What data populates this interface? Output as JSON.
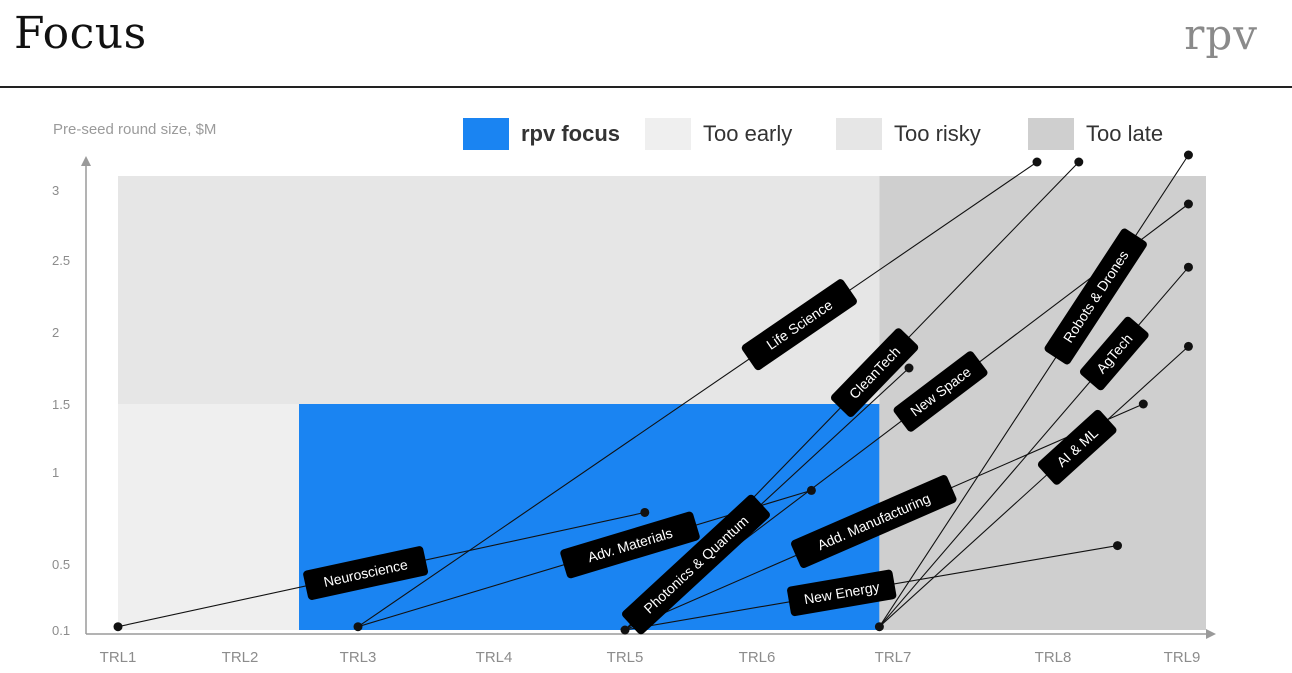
{
  "header": {
    "title": "Focus",
    "brand": "rpv"
  },
  "colors": {
    "focus": "#1a84f2",
    "early": "#efefef",
    "risky": "#e6e6e6",
    "late": "#cfcfcf",
    "label_bg": "#000000",
    "label_text": "#ffffff",
    "line": "#111111"
  },
  "legend": [
    {
      "label": "rpv focus",
      "color": "#1a84f2"
    },
    {
      "label": "Too early",
      "color": "#efefef"
    },
    {
      "label": "Too risky",
      "color": "#e6e6e6"
    },
    {
      "label": "Too late",
      "color": "#cfcfcf"
    }
  ],
  "chart_data": {
    "type": "line",
    "ylabel": "Pre-seed round size, $M",
    "x_categories": [
      "TRL1",
      "TRL2",
      "TRL3",
      "TRL4",
      "TRL5",
      "TRL6",
      "TRL7",
      "TRL8",
      "TRL9"
    ],
    "y_ticks": [
      0.1,
      0.5,
      1,
      1.5,
      2,
      2.5,
      3
    ],
    "zones": [
      {
        "name": "Too early",
        "x": [
          1,
          2.5
        ],
        "y": [
          0.1,
          1.5
        ]
      },
      {
        "name": "Too risky",
        "x": [
          1,
          6.9
        ],
        "y": [
          1.5,
          3.1
        ]
      },
      {
        "name": "rpv focus",
        "x": [
          2.5,
          6.9
        ],
        "y": [
          0.1,
          1.5
        ]
      },
      {
        "name": "Too late",
        "x": [
          6.9,
          9.2
        ],
        "y": [
          0.1,
          3.1
        ]
      }
    ],
    "series": [
      {
        "name": "Neuroscience",
        "start": [
          1.0,
          0.12
        ],
        "end": [
          5.15,
          0.78
        ]
      },
      {
        "name": "Life Science",
        "start": [
          3.0,
          0.12
        ],
        "end": [
          7.9,
          3.2
        ]
      },
      {
        "name": "Adv. Materials",
        "start": [
          3.0,
          0.12
        ],
        "end": [
          6.4,
          0.9
        ]
      },
      {
        "name": "CleanTech",
        "start": [
          5.0,
          0.1
        ],
        "end": [
          8.2,
          3.2
        ]
      },
      {
        "name": "Photonics & Quantum",
        "start": [
          5.0,
          0.1
        ],
        "end": [
          7.1,
          1.75
        ]
      },
      {
        "name": "New Space",
        "start": [
          5.0,
          0.1
        ],
        "end": [
          9.05,
          2.9
        ]
      },
      {
        "name": "Add. Manufacturing",
        "start": [
          5.0,
          0.1
        ],
        "end": [
          8.7,
          1.5
        ]
      },
      {
        "name": "New Energy",
        "start": [
          5.0,
          0.1
        ],
        "end": [
          8.5,
          0.6
        ]
      },
      {
        "name": "Robots & Drones",
        "start": [
          6.9,
          0.12
        ],
        "end": [
          9.05,
          3.25
        ]
      },
      {
        "name": "AgTech",
        "start": [
          6.9,
          0.12
        ],
        "end": [
          9.05,
          2.45
        ]
      },
      {
        "name": "AI & ML",
        "start": [
          6.9,
          0.12
        ],
        "end": [
          9.05,
          1.9
        ]
      }
    ]
  }
}
